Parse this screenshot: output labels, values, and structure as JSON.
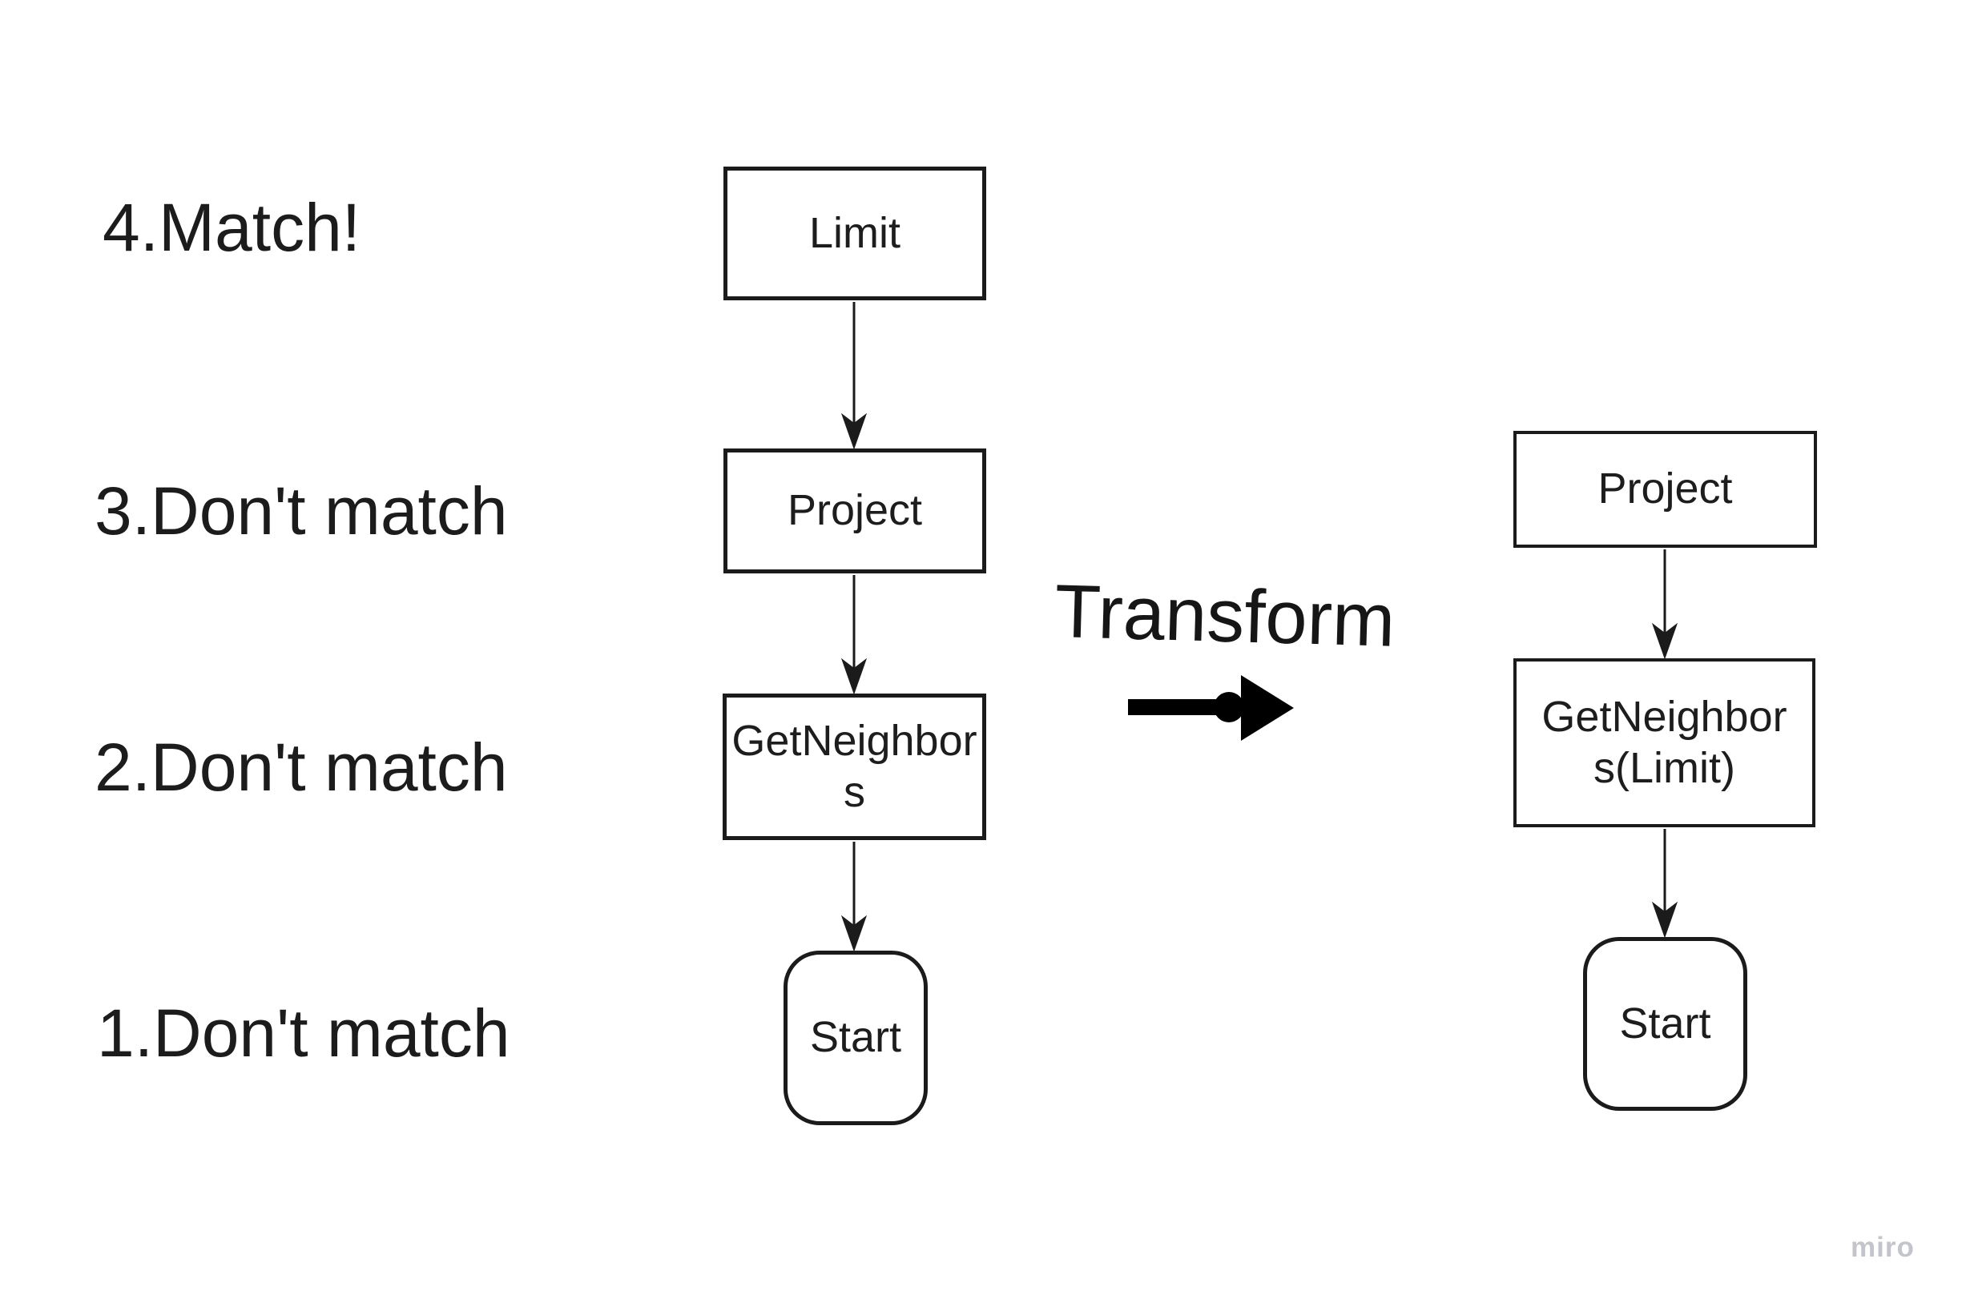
{
  "board": {
    "background": "#ffffff",
    "ink": "#1b1b1b",
    "watermark_color": "#c4c4cd"
  },
  "annotations": [
    {
      "label": "4.Match!"
    },
    {
      "label": "3.Don't match"
    },
    {
      "label": "2.Don't match"
    },
    {
      "label": "1.Don't match"
    }
  ],
  "transform": {
    "label": "Transform"
  },
  "left_flow": {
    "nodes": [
      {
        "id": "limit",
        "label": "Limit",
        "shape": "rect"
      },
      {
        "id": "project",
        "label": "Project",
        "shape": "rect"
      },
      {
        "id": "getneighbors",
        "label": "GetNeighbors",
        "lines": [
          "GetNeighbor",
          "s"
        ],
        "shape": "rect"
      },
      {
        "id": "start",
        "label": "Start",
        "shape": "rounded"
      }
    ]
  },
  "right_flow": {
    "nodes": [
      {
        "id": "project",
        "label": "Project",
        "shape": "rect"
      },
      {
        "id": "getneighbors-limit",
        "label": "GetNeighbors(Limit)",
        "lines": [
          "GetNeighbor",
          "s(Limit)"
        ],
        "shape": "rect"
      },
      {
        "id": "start",
        "label": "Start",
        "shape": "rounded"
      }
    ]
  },
  "watermark": {
    "label": "miro"
  }
}
